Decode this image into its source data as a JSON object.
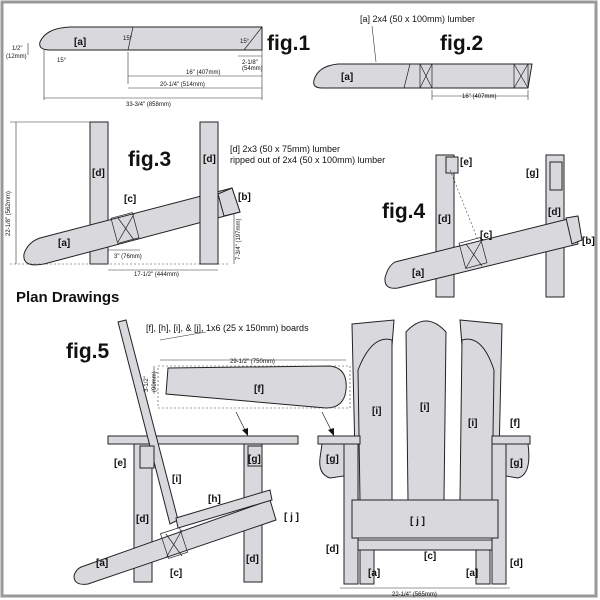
{
  "figures": {
    "fig1": "fig.1",
    "fig2": "fig.2",
    "fig3": "fig.3",
    "fig4": "fig.4",
    "fig5": "fig.5"
  },
  "section_title": "Plan Drawings",
  "notes": {
    "lumber_a": "[a] 2x4 (50 x 100mm) lumber",
    "lumber_d_line1": "[d] 2x3 (50 x 75mm) lumber",
    "lumber_d_line2": "ripped out of 2x4 (50 x 100mm) lumber",
    "boards": "[f], [h], [i], & [j], 1x6 (25 x 150mm) boards"
  },
  "part_labels": {
    "a": "[a]",
    "b": "[b]",
    "c": "[c]",
    "d": "[d]",
    "e": "[e]",
    "f": "[f]",
    "g": "[g]",
    "h": "[h]",
    "i": "[i]",
    "j": "[ j ]"
  },
  "dimensions": {
    "fig1_thickness_a": "1/2\"",
    "fig1_thickness_b": "(12mm)",
    "fig1_angle_1": "15°",
    "fig1_angle_2": "15°",
    "fig1_angle_3": "15°",
    "fig1_side_a": "2-1/8\"",
    "fig1_side_b": "(54mm)",
    "fig1_len_16": "16\" (407mm)",
    "fig1_len_20": "20-1/4\" (514mm)",
    "fig1_len_33": "33-3/4\" (858mm)",
    "fig2_len_16": "16\" (407mm)",
    "fig3_height": "22-1/8\" (562mm)",
    "fig3_rise_a": "3\" (76mm)",
    "fig3_span": "17-1/2\" (444mm)",
    "fig3_side": "7-3/4\" (197mm)",
    "fig5_arm_len": "29-1/2\" (750mm)",
    "fig5_arm_w_a": "3-1/2\"",
    "fig5_arm_w_b": "(90mm)",
    "fig5_front_width": "22-1/4\" (565mm)"
  },
  "accent_colors": {
    "part_fill": "#d9d9dd",
    "line": "#222222"
  }
}
